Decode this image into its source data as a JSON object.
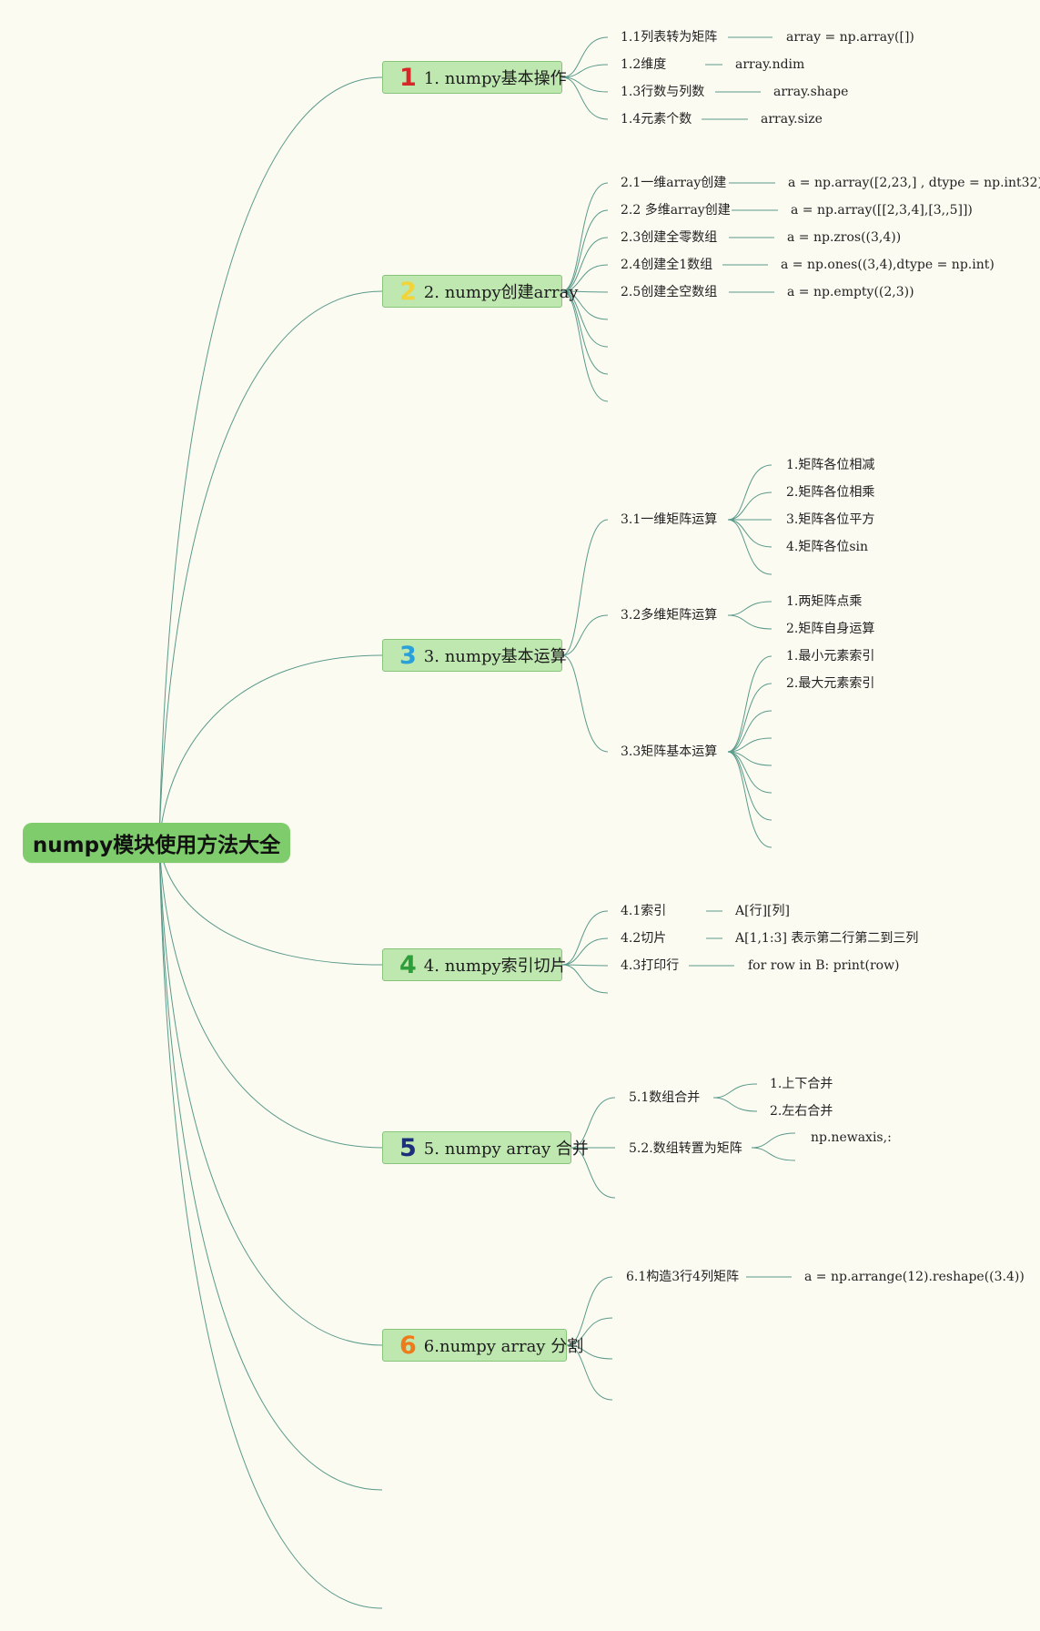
{
  "root": "numpy模块使用方法大全",
  "colors": {
    "background": "#fcfbf2",
    "root_fill": "#7fcc6c",
    "branch_fill": "#bfe8b0",
    "branch_border": "#86c47a",
    "line": "#5a9a8a"
  },
  "branches": [
    {
      "num": "1",
      "num_color": "#d62828",
      "label": "1. numpy基本操作",
      "items": [
        {
          "label": "1.1列表转为矩阵",
          "value": "array = np.array([])"
        },
        {
          "label": "1.2维度",
          "value": "array.ndim"
        },
        {
          "label": "1.3行数与列数",
          "value": "array.shape"
        },
        {
          "label": "1.4元素个数",
          "value": "array.size"
        }
      ]
    },
    {
      "num": "2",
      "num_color": "#f2d43a",
      "label": "2. numpy创建array",
      "items": [
        {
          "label": "2.1一维array创建",
          "value": "a = np.array([2,23,] , dtype = np.int32)"
        },
        {
          "label": "2.2 多维array创建",
          "value": "a = np.array([[2,3,4],[3,,5]])"
        },
        {
          "label": "2.3创建全零数组",
          "value": "a = np.zros((3,4))"
        },
        {
          "label": "2.4创建全1数组",
          "value": "a = np.ones((3,4),dtype = np.int)"
        },
        {
          "label": "2.5创建全空数组",
          "value": "a = np.empty((2,3))"
        }
      ]
    },
    {
      "num": "3",
      "num_color": "#2a9fd8",
      "label": "3. numpy基本运算",
      "items": [
        {
          "label": "3.1一维矩阵运算",
          "children": [
            "1.矩阵各位相减",
            "2.矩阵各位相乘",
            "3.矩阵各位平方",
            "4.矩阵各位sin"
          ]
        },
        {
          "label": "3.2多维矩阵运算",
          "children": [
            "1.两矩阵点乘",
            "2.矩阵自身运算"
          ]
        },
        {
          "label": "3.3矩阵基本运算",
          "children": [
            "1.最小元素索引",
            "2.最大元素索引"
          ]
        }
      ]
    },
    {
      "num": "4",
      "num_color": "#2e9e3a",
      "label": "4. numpy索引切片",
      "items": [
        {
          "label": "4.1索引",
          "value": "A[行][列]"
        },
        {
          "label": "4.2切片",
          "value": "A[1,1:3] 表示第二行第二到三列"
        },
        {
          "label": "4.3打印行",
          "value": "for row in B: print(row)"
        }
      ]
    },
    {
      "num": "5",
      "num_color": "#1d2f7a",
      "label": "5. numpy array 合并",
      "items": [
        {
          "label": "5.1数组合并",
          "children": [
            "1.上下合并",
            "2.左右合并"
          ]
        },
        {
          "label": "5.2.数组转置为矩阵",
          "value": "np.newaxis,:"
        }
      ]
    },
    {
      "num": "6",
      "num_color": "#ef7a1a",
      "label": "6.numpy array 分割",
      "items": [
        {
          "label": "6.1构造3行4列矩阵",
          "value": "a = np.arrange(12).reshape((3.4))"
        }
      ]
    }
  ]
}
